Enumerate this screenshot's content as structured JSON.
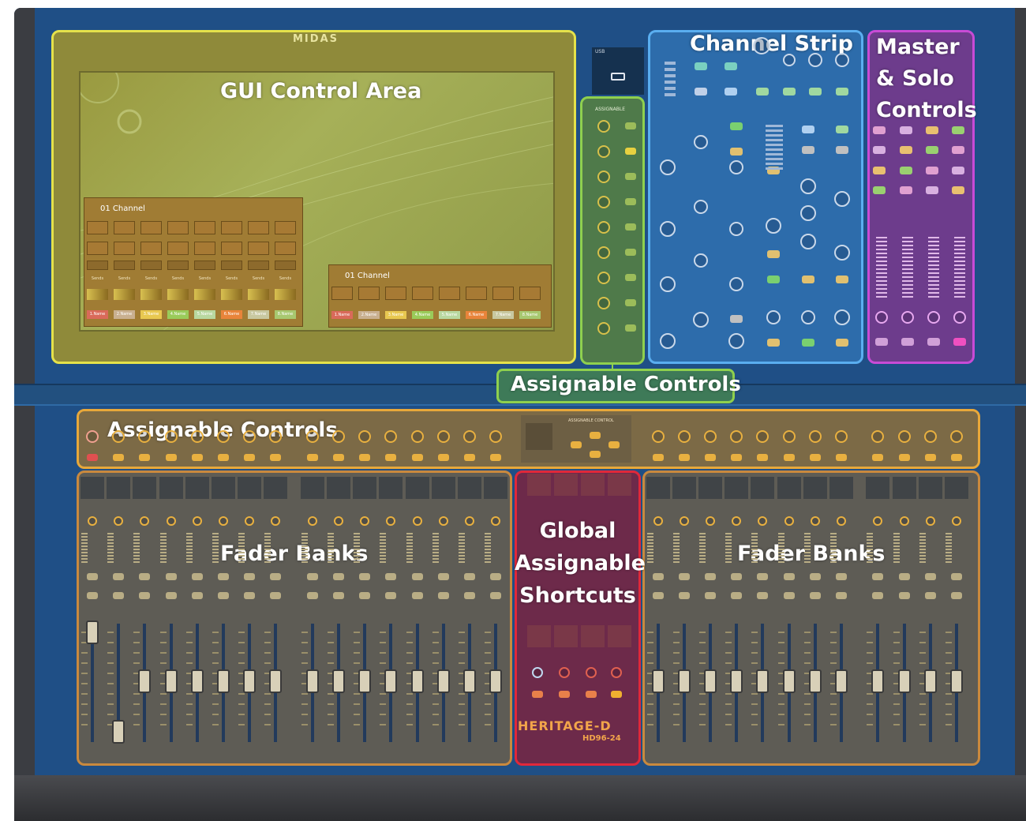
{
  "brand_logo": "MIDAS",
  "model": {
    "name": "HERITAGE-D",
    "code": "HD96-24"
  },
  "regions": {
    "gui": {
      "label": "GUI Control Area",
      "color": "#e5e24a"
    },
    "assignable_top": {
      "label": "Assignable Controls",
      "color": "#8fd04e"
    },
    "channel_strip": {
      "label": "Channel Strip",
      "color": "#5aaef0"
    },
    "master_solo": {
      "label": "Master\n& Solo\nControls",
      "color": "#c84bd6"
    },
    "assignable_row": {
      "label": "Assignable Controls",
      "color": "#e8a83a"
    },
    "fader_banks_left": {
      "label": "Fader Banks",
      "color": "#c9893e"
    },
    "global_shortcuts": {
      "label": "Global\nAssignable\nShortcuts",
      "color": "#e0283a"
    },
    "fader_banks_right": {
      "label": "Fader Banks",
      "color": "#c9893e"
    }
  },
  "gui_screen": {
    "overview_title": "01 Channel",
    "channel_names": [
      "1.Name",
      "2.Name",
      "3.Name",
      "4.Name",
      "5.Name",
      "6.Name",
      "7.Name",
      "8.Name"
    ],
    "sends_label": "Sends"
  },
  "panel_text": {
    "usb": "USB",
    "assignable": "ASSIGNABLE",
    "assignable_control": "ASSIGNABLE CONTROL"
  },
  "console_color": "#1f4f86"
}
